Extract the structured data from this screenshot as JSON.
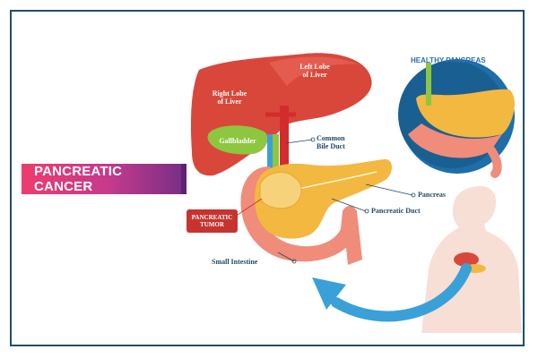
{
  "title": "PANCREATIC CANCER",
  "labels": {
    "right_lobe_line1": "Right Lobe",
    "right_lobe_line2": "of Liver",
    "left_lobe_line1": "Left Lobe",
    "left_lobe_line2": "of Liver",
    "gallbladder": "Gallbladder",
    "common_bile_duct_line1": "Common",
    "common_bile_duct_line2": "Bile Duct",
    "pancreas": "Pancreas",
    "pancreatic_duct": "Pancreatic Duct",
    "small_intestine": "Small Intestine",
    "healthy_pancreas": "HEALTHY PANCREAS",
    "tumor_line1": "PANCREATIC",
    "tumor_line2": "TUMOR"
  },
  "colors": {
    "frame": "#1d4e6e",
    "liver": "#d9473b",
    "gallbladder": "#8dc63f",
    "pancreas": "#f3b840",
    "intestine": "#f08c7a",
    "banner_start": "#ee3b6f",
    "banner_end": "#7a2f86",
    "arrow": "#3aa0d8",
    "tumor_tag": "#c7332f"
  }
}
